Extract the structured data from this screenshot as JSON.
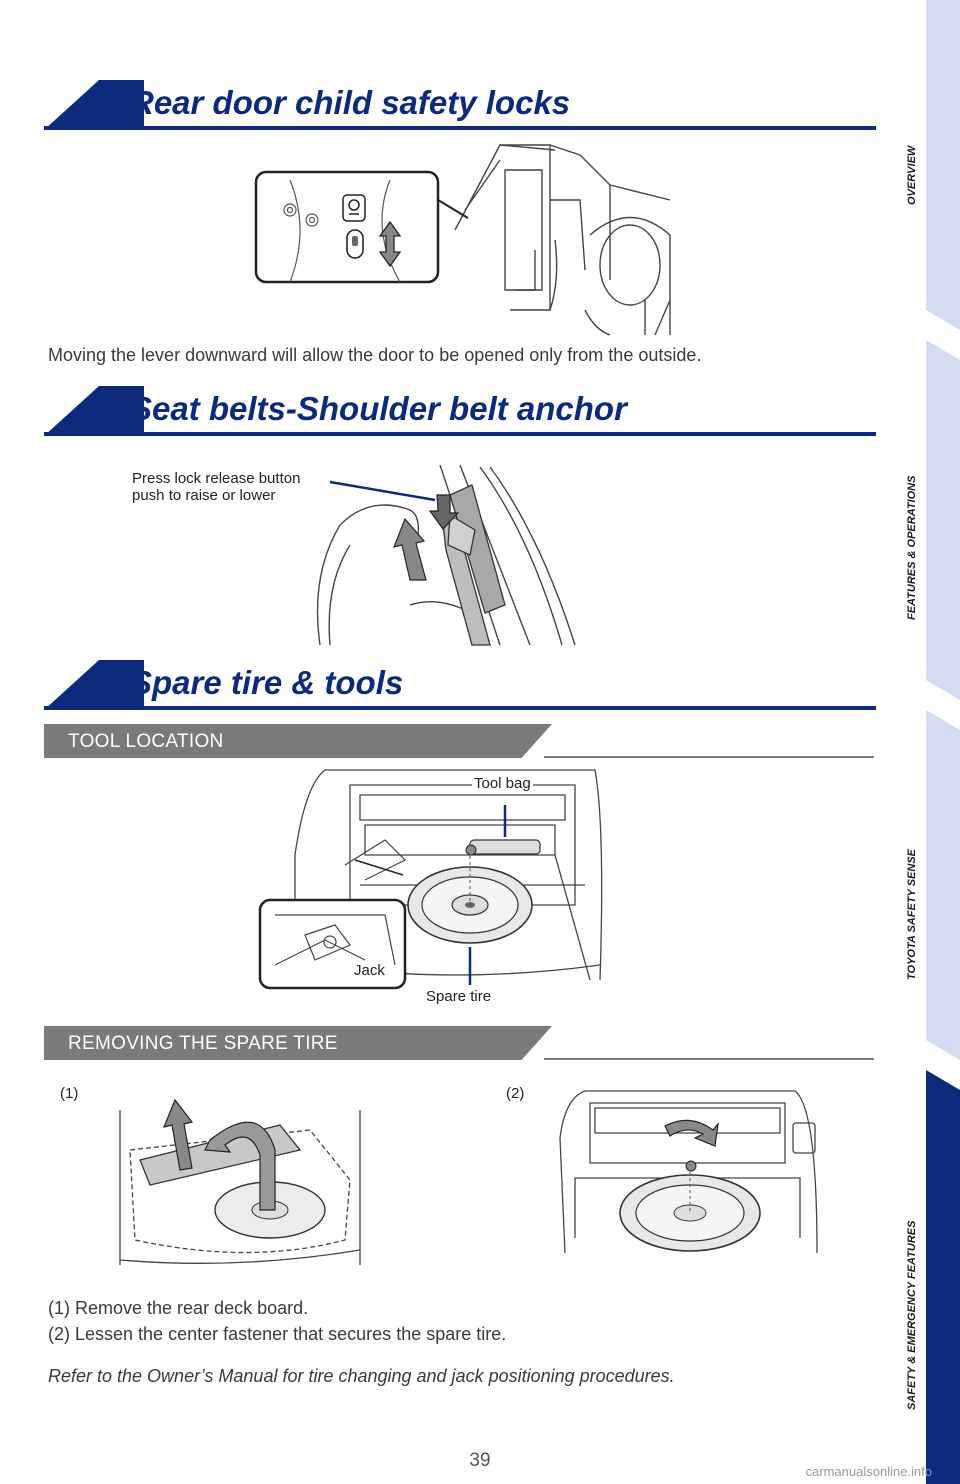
{
  "sections": {
    "child_locks": {
      "title": "Rear door child safety locks"
    },
    "seat_belts": {
      "title": "Seat belts-Shoulder belt anchor"
    },
    "spare_tire": {
      "title": "Spare tire & tools"
    }
  },
  "child_locks_text": "Moving the lever downward will allow the door to be opened only from the outside.",
  "seat_belt_callout": {
    "line1": "Press lock release button",
    "line2": "push to raise or lower"
  },
  "tool_location": {
    "header": "TOOL LOCATION",
    "labels": {
      "tool_bag": "Tool bag",
      "jack": "Jack",
      "spare_tire": "Spare tire"
    }
  },
  "removing": {
    "header": "REMOVING THE SPARE TIRE",
    "step1_tag": "(1)",
    "step2_tag": "(2)"
  },
  "steps": {
    "step1": "(1) Remove the rear deck board.",
    "step2": "(2) Lessen the center fastener that secures the spare tire."
  },
  "note": "Refer to the Owner’s Manual for tire changing and jack positioning procedures.",
  "nav": {
    "overview": "OVERVIEW",
    "features": "FEATURES & OPERATIONS",
    "safety_sense": "TOYOTA SAFETY SENSE",
    "emergency": "SAFETY & EMERGENCY FEATURES"
  },
  "page_number": "39",
  "watermark": "carmanualsonline.info",
  "colors": {
    "brand_blue": "#0c2a7a",
    "nav_light": "#d3dcf2",
    "nav_active": "#0c2a7a",
    "sub_gray": "#7a7a7a"
  }
}
